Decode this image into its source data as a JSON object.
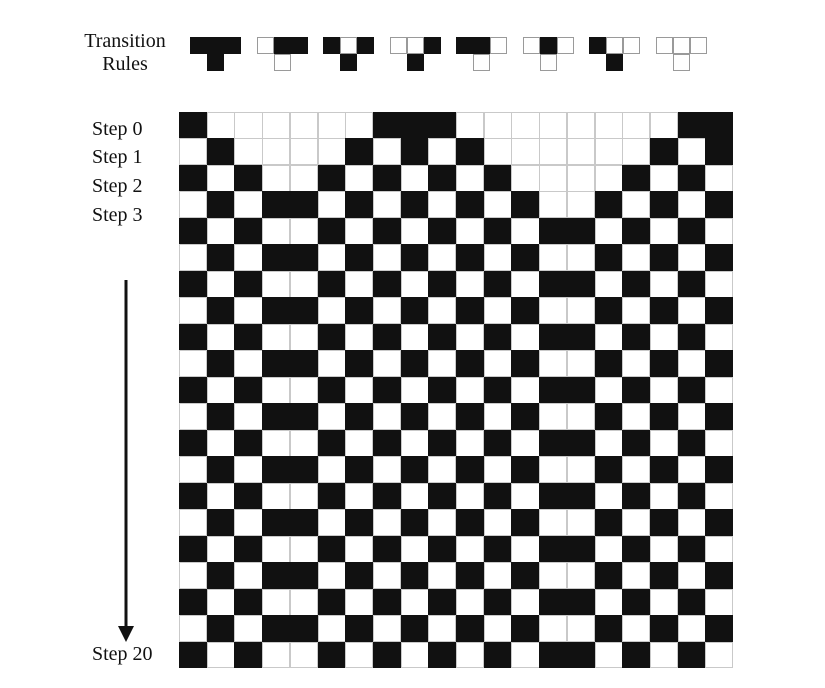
{
  "rules_title": [
    "Transition",
    "Rules"
  ],
  "rules": [
    {
      "neighborhood": [
        1,
        1,
        1
      ],
      "result": 1
    },
    {
      "neighborhood": [
        0,
        1,
        1
      ],
      "result": 0
    },
    {
      "neighborhood": [
        1,
        0,
        1
      ],
      "result": 1
    },
    {
      "neighborhood": [
        0,
        0,
        1
      ],
      "result": 1
    },
    {
      "neighborhood": [
        1,
        1,
        0
      ],
      "result": 0
    },
    {
      "neighborhood": [
        0,
        1,
        0
      ],
      "result": 0
    },
    {
      "neighborhood": [
        1,
        0,
        0
      ],
      "result": 1
    },
    {
      "neighborhood": [
        0,
        0,
        0
      ],
      "result": 0
    }
  ],
  "step_labels": {
    "step0": "Step 0",
    "step1": "Step 1",
    "step2": "Step 2",
    "step3": "Step 3",
    "step20": "Step 20"
  },
  "initial_state": [
    1,
    0,
    0,
    0,
    0,
    0,
    0,
    1,
    1,
    1,
    0,
    0,
    0,
    0,
    0,
    0,
    0,
    0,
    1,
    1
  ],
  "steps": 20,
  "colors": {
    "on": "#111111",
    "off": "#ffffff",
    "grid_line": "#c9c9c9"
  }
}
